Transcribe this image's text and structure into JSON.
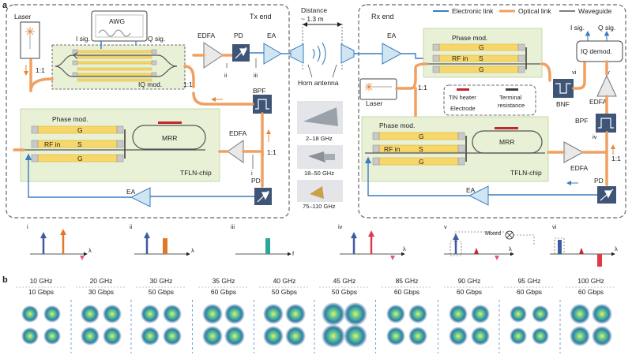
{
  "panel_labels": {
    "a": "a",
    "b": "b"
  },
  "legend": {
    "electronic": "Electronic link",
    "optical": "Optical link",
    "waveguide": "Waveguide"
  },
  "tx": {
    "title": "Tx end",
    "laser": "Laser",
    "awg": "AWG",
    "i_sig": "I sig.",
    "q_sig": "Q sig.",
    "iq_mod": "IQ mod.",
    "ratio1": "1:1",
    "ratio2": "1:1",
    "edfa_top": "EDFA",
    "pd_top": "PD",
    "ea_top": "EA",
    "bpf": "BPF",
    "phase_mod": "Phase mod.",
    "g1": "G",
    "rf_in": "RF in",
    "s": "S",
    "g2": "G",
    "mrr": "MRR",
    "tfln": "TFLN-chip",
    "edfa_bot": "EDFA",
    "pd_bot": "PD",
    "ea_bot": "EA",
    "ratio3": "1:1",
    "tap_i": "i",
    "tap_ii": "ii",
    "tap_iii": "iii"
  },
  "link": {
    "distance": "Distance",
    "distance_val": "~ 1.3 m",
    "horn": "Horn antenna",
    "bands": [
      "2–18 GHz",
      "18–50 GHz",
      "75–110 GHz"
    ]
  },
  "rx": {
    "title": "Rx end",
    "ea_top": "EA",
    "phase_mod_top": "Phase mod.",
    "rf_in_top": "RF in",
    "g_top1": "G",
    "s_top": "S",
    "g_top2": "G",
    "ratio": "1:1",
    "laser": "Laser",
    "tin_heater": "TiN heater",
    "electrode": "Electrode",
    "terminal": "Terminal",
    "resistance": "resistance",
    "bnf": "BNF",
    "i_sig": "I sig.",
    "q_sig": "Q sig.",
    "iq_demod": "IQ demod.",
    "edfa_right": "EDFA",
    "bpf": "BPF",
    "phase_mod_bot": "Phase mod.",
    "g_bot1": "G",
    "rf_in_bot": "RF in",
    "s_bot": "S",
    "g_bot2": "G",
    "mrr": "MRR",
    "tfln": "TFLN-chip",
    "edfa_bot": "EDFA",
    "ratio2": "1:1",
    "pd": "PD",
    "ea_bot": "EA",
    "tap_iv": "iv",
    "tap_v": "v",
    "tap_vi": "vi"
  },
  "spectra": [
    {
      "id": "i",
      "axis": "λ"
    },
    {
      "id": "ii",
      "axis": "λ"
    },
    {
      "id": "iii",
      "axis": "f"
    },
    {
      "id": "iv",
      "axis": "λ"
    },
    {
      "id": "v",
      "axis": "λ",
      "mixed": "Mixed"
    },
    {
      "id": "vi",
      "axis": "λ"
    }
  ],
  "results": [
    {
      "freq": "10 GHz",
      "rate": "10 Gbps"
    },
    {
      "freq": "20 GHz",
      "rate": "30 Gbps"
    },
    {
      "freq": "30 GHz",
      "rate": "50 Gbps"
    },
    {
      "freq": "35 GHz",
      "rate": "60 Gbps"
    },
    {
      "freq": "40 GHz",
      "rate": "50 Gbps"
    },
    {
      "freq": "45 GHz",
      "rate": "50 Gbps"
    },
    {
      "freq": "85 GHz",
      "rate": "60 Gbps"
    },
    {
      "freq": "90 GHz",
      "rate": "60 Gbps"
    },
    {
      "freq": "95 GHz",
      "rate": "60 Gbps"
    },
    {
      "freq": "100 GHz",
      "rate": "60 Gbps"
    }
  ],
  "colors": {
    "optical": "#f0a060",
    "electronic": "#3a7dc0",
    "chip": "#e8f0d6",
    "electrode": "#f7d76a",
    "mrr_heater": "#c0282d"
  }
}
